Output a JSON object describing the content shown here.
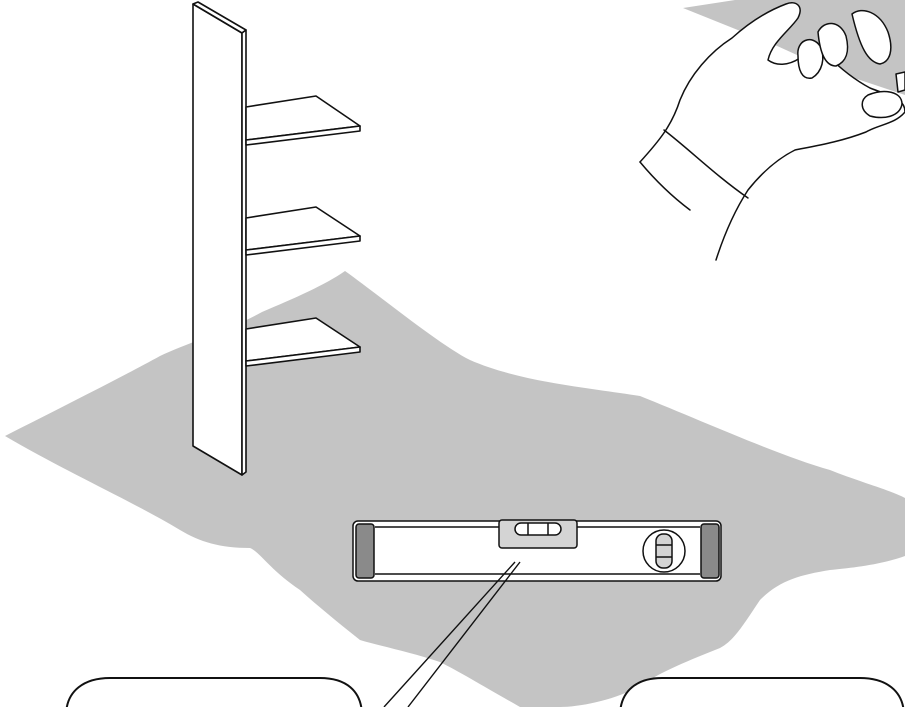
{
  "illustration": {
    "colors": {
      "background": "#ffffff",
      "sheet": "#c4c4c4",
      "line": "#111111",
      "vial_fill": "#d4d4d4",
      "end_cap": "#8a8a8a"
    },
    "components": [
      "protective-sheet",
      "shelf-unit-side-panel",
      "shelf",
      "spirit-level",
      "hand",
      "callout-bubble"
    ],
    "shelf_count": 3,
    "callout_count": 2
  }
}
